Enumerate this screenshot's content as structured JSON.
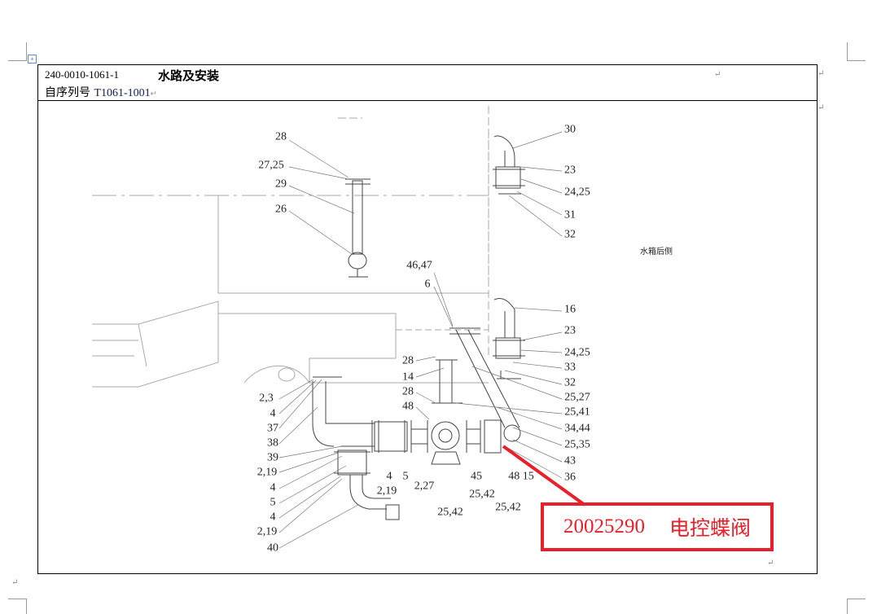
{
  "header": {
    "doc_number": "240-0010-1061-1",
    "title": "水路及安装",
    "serial_label": "自序列号",
    "serial_value": "T1061-1001"
  },
  "drawing": {
    "note": "水箱后侧",
    "labels": [
      "28",
      "27,25",
      "29",
      "26",
      "46,47",
      "6",
      "28",
      "14",
      "28",
      "48",
      "2,3",
      "4",
      "37",
      "38",
      "39",
      "2,19",
      "4",
      "5",
      "4",
      "2,19",
      "40",
      "4",
      "5",
      "2,19",
      "2,27",
      "45",
      "25,42",
      "25,42",
      "48 15",
      "25,42",
      "30",
      "23",
      "24,25",
      "31",
      "32",
      "16",
      "23",
      "24,25",
      "33",
      "32",
      "25,27",
      "25,41",
      "34,44",
      "25,35",
      "43",
      "36"
    ]
  },
  "callout": {
    "part_number": "20025290",
    "part_name": "电控蝶阀",
    "color": "#e8202a"
  }
}
